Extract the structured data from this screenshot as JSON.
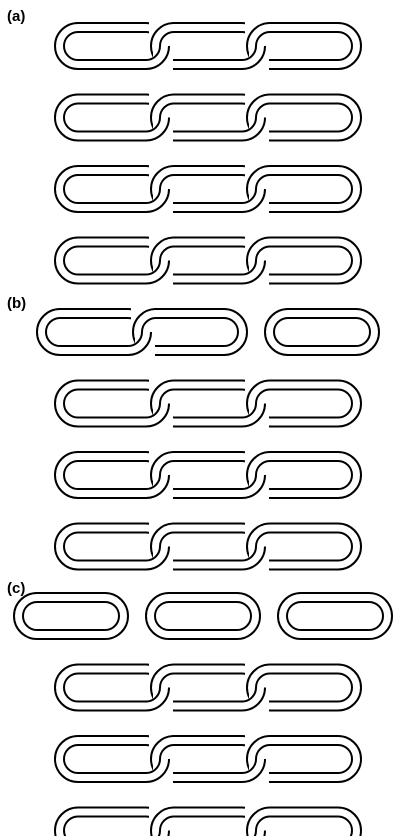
{
  "panels": [
    {
      "label": "(a)",
      "rows": [
        {
          "name": "chain-row-1",
          "groups": [
            3
          ]
        },
        {
          "name": "chain-row-2",
          "groups": [
            3
          ]
        },
        {
          "name": "chain-row-3",
          "groups": [
            3
          ]
        },
        {
          "name": "chain-row-4",
          "groups": [
            3
          ]
        }
      ]
    },
    {
      "label": "(b)",
      "rows": [
        {
          "name": "chain-row-1",
          "groups": [
            2,
            1
          ]
        },
        {
          "name": "chain-row-2",
          "groups": [
            3
          ]
        },
        {
          "name": "chain-row-3",
          "groups": [
            3
          ]
        },
        {
          "name": "chain-row-4",
          "groups": [
            3
          ]
        }
      ]
    },
    {
      "label": "(c)",
      "rows": [
        {
          "name": "chain-row-1",
          "groups": [
            1,
            1,
            1
          ]
        },
        {
          "name": "chain-row-2",
          "groups": [
            3
          ]
        },
        {
          "name": "chain-row-3",
          "groups": [
            3
          ]
        },
        {
          "name": "chain-row-4",
          "groups": [
            3
          ]
        }
      ]
    }
  ],
  "colors": {
    "stroke": "#000000",
    "fill": "#ffffff"
  }
}
